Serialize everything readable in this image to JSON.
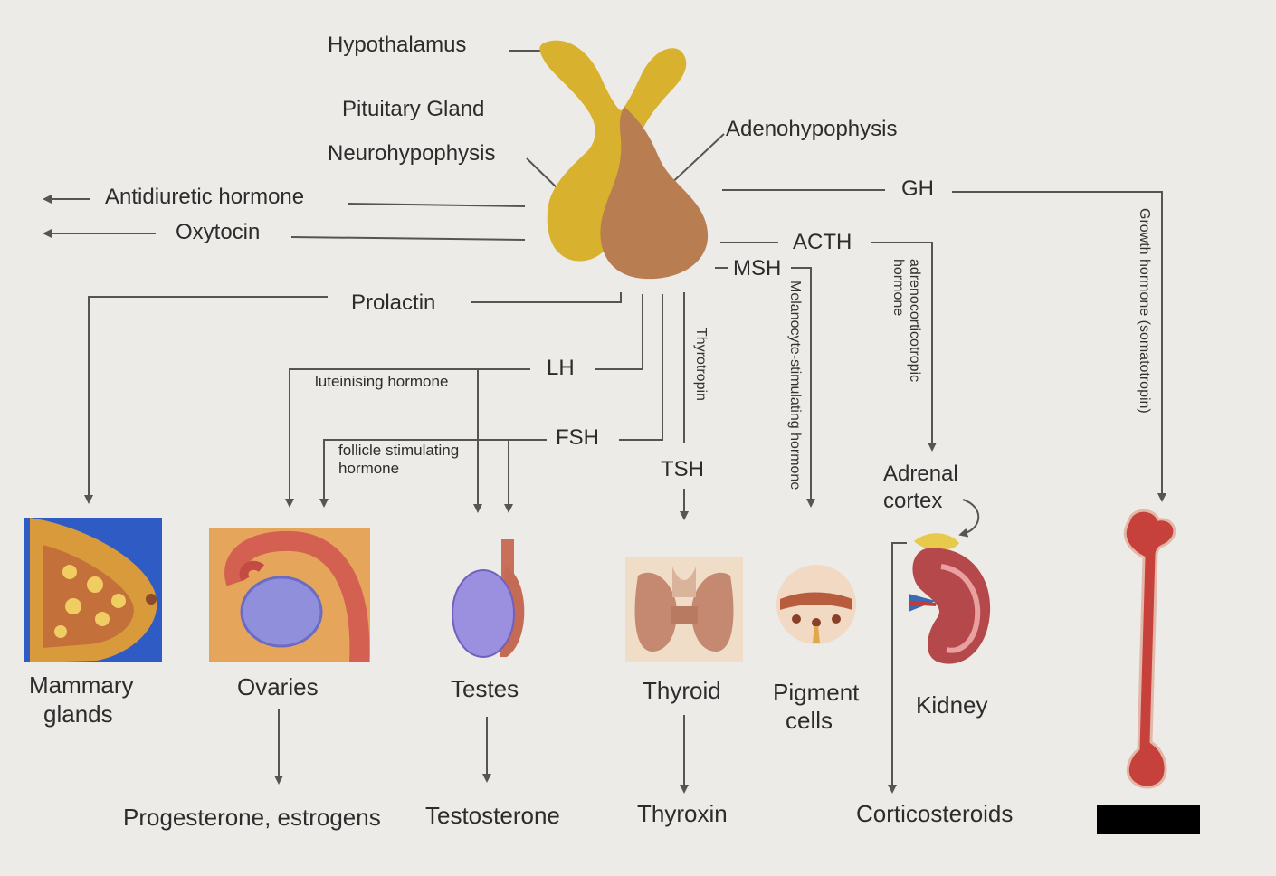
{
  "labels": {
    "hypothalamus": "Hypothalamus",
    "pituitary": "Pituitary Gland",
    "neurohypophysis": "Neurohypophysis",
    "adenohypophysis": "Adenohypophysis",
    "adh": "Antidiuretic hormone",
    "oxytocin": "Oxytocin",
    "gh": "GH",
    "acth": "ACTH",
    "msh": "MSH",
    "prolactin": "Prolactin",
    "lh": "LH",
    "lh_full": "luteinising hormone",
    "fsh": "FSH",
    "fsh_full_1": "follicle stimulating",
    "fsh_full_2": "hormone",
    "tsh": "TSH",
    "thyrotropin": "Thyrotropin",
    "msh_full": "Melanocyte-stimulating hormone",
    "acth_full_1": "adrenocorticotropic",
    "acth_full_2": "hormone",
    "gh_full": "Growth hormone (somatotropin)",
    "adrenal_1": "Adrenal",
    "adrenal_2": "cortex",
    "mammary_1": "Mammary",
    "mammary_2": "glands",
    "ovaries": "Ovaries",
    "testes": "Testes",
    "thyroid": "Thyroid",
    "pigment_1": "Pigment",
    "pigment_2": "cells",
    "kidney": "Kidney",
    "progesterone": "Progesterone, estrogens",
    "testosterone": "Testosterone",
    "thyroxin": "Thyroxin",
    "corticosteroids": "Corticosteroids"
  },
  "colors": {
    "posterior": "#d8b22e",
    "anterior": "#b97d52",
    "line": "#555555",
    "redaction": "#000000"
  }
}
